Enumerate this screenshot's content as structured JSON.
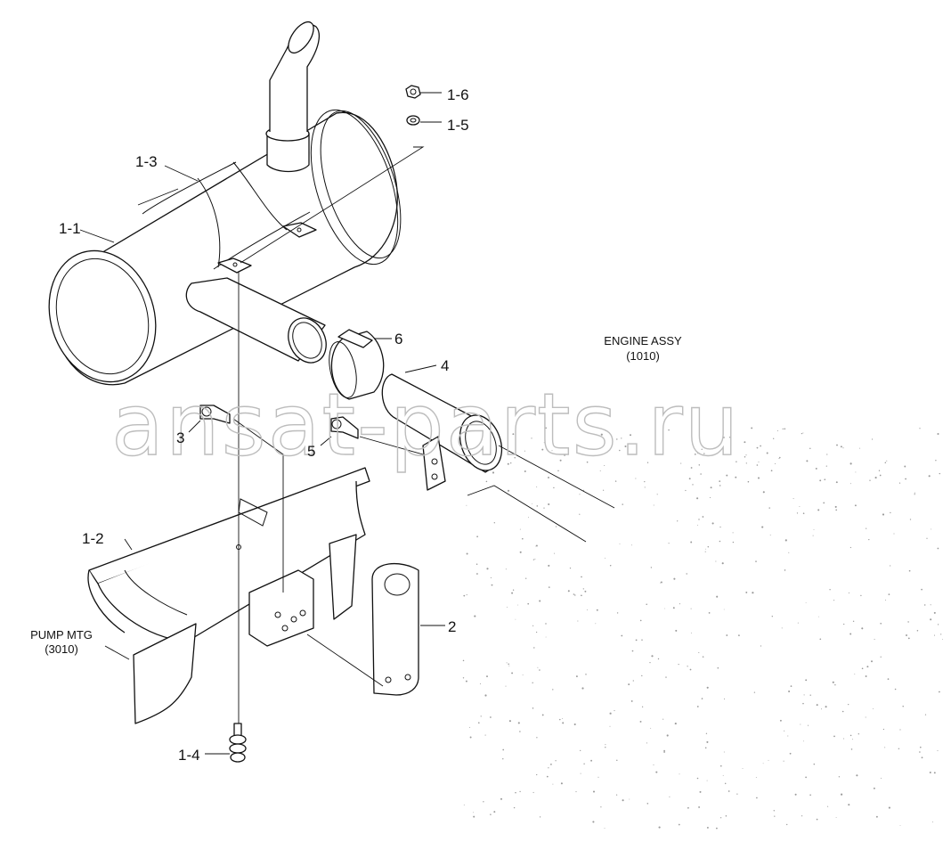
{
  "callouts": {
    "c_1_6": "1-6",
    "c_1_5": "1-5",
    "c_1_3": "1-3",
    "c_1_1": "1-1",
    "c_6": "6",
    "c_4": "4",
    "c_3": "3",
    "c_5": "5",
    "c_1_2": "1-2",
    "c_2": "2",
    "c_1_4": "1-4"
  },
  "references": {
    "engine_assy_title": "ENGINE ASSY",
    "engine_assy_code": "(1010)",
    "pump_mtg_title": "PUMP MTG",
    "pump_mtg_code": "(3010)"
  },
  "watermark": "ansat-parts.ru"
}
